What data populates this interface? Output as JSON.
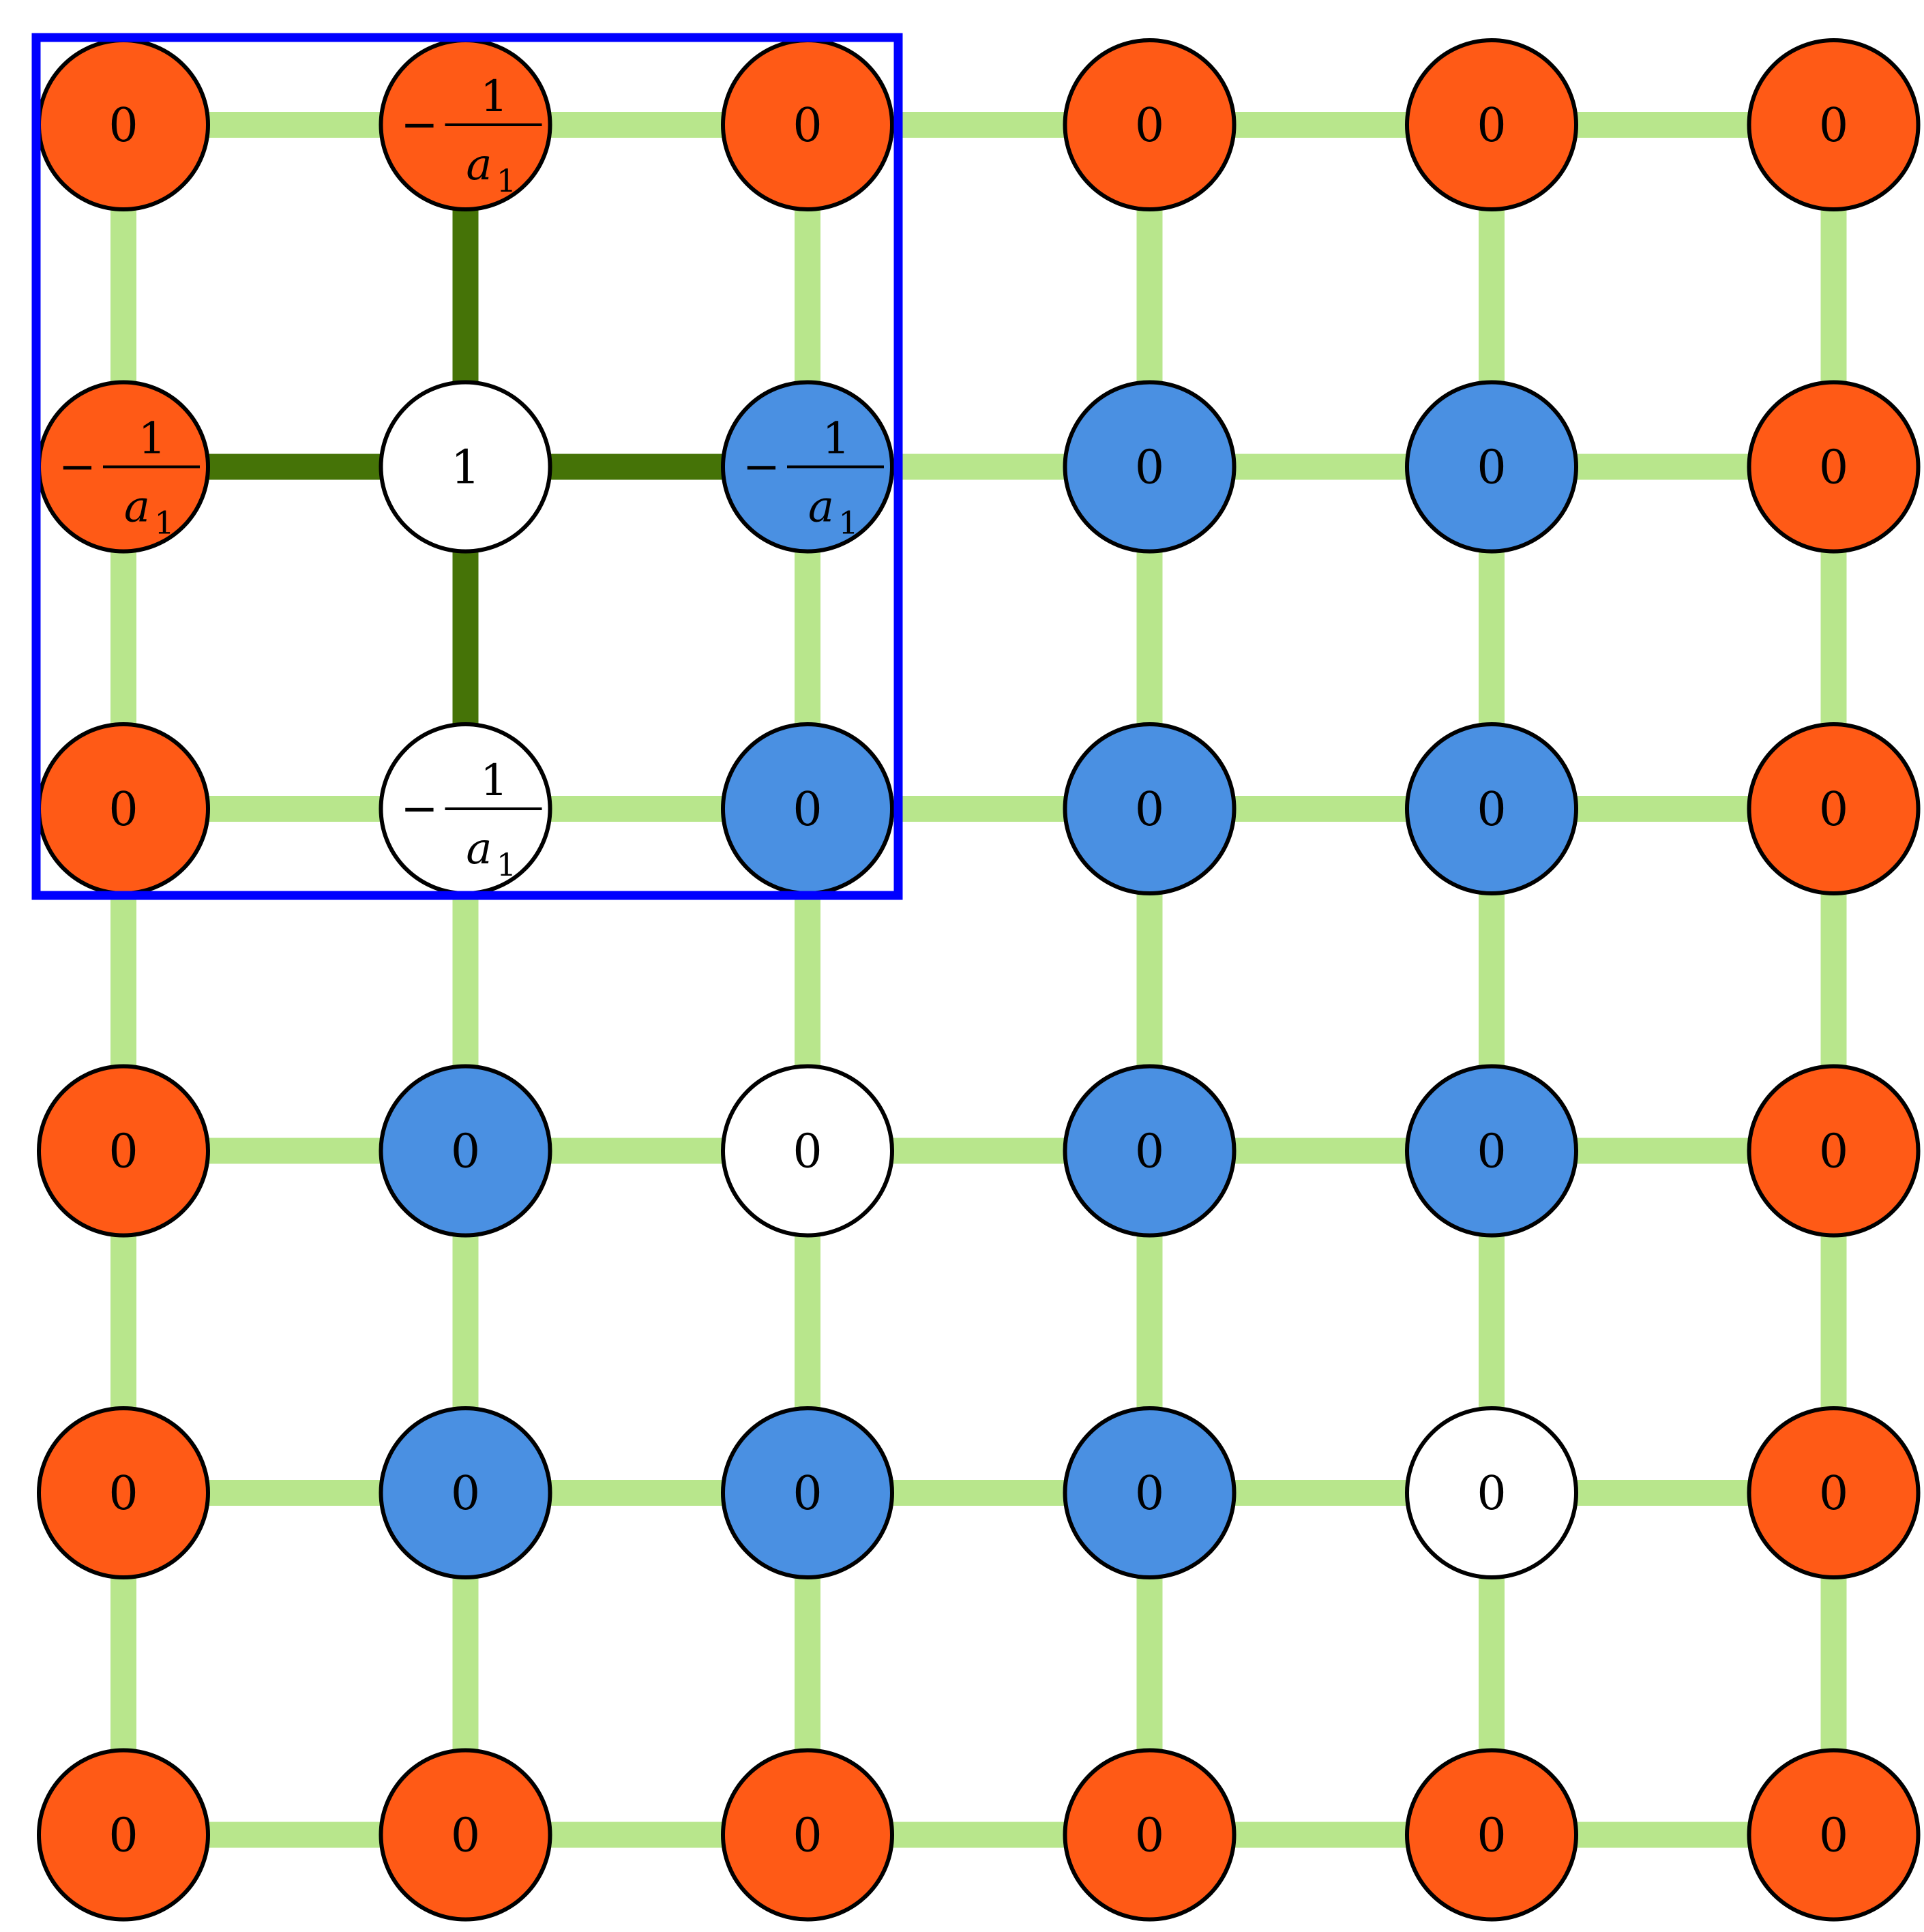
{
  "colors": {
    "orange": "#ff5a16",
    "blue": "#4a90e2",
    "white": "#ffffff",
    "edge_light": "#b8e68c",
    "edge_dark": "#457307",
    "highlight_box": "#0000ff",
    "outline": "#000000"
  },
  "fraction": {
    "minus": "−",
    "numerator": "1",
    "denominator": "a",
    "subscript": "1"
  },
  "rows": [
    [
      {
        "fill": "orange",
        "label": "0"
      },
      {
        "fill": "orange",
        "label": "-1/a1"
      },
      {
        "fill": "orange",
        "label": "0"
      },
      {
        "fill": "orange",
        "label": "0"
      },
      {
        "fill": "orange",
        "label": "0"
      },
      {
        "fill": "orange",
        "label": "0"
      }
    ],
    [
      {
        "fill": "orange",
        "label": "-1/a1"
      },
      {
        "fill": "white",
        "label": "1"
      },
      {
        "fill": "blue",
        "label": "-1/a1"
      },
      {
        "fill": "blue",
        "label": "0"
      },
      {
        "fill": "blue",
        "label": "0"
      },
      {
        "fill": "orange",
        "label": "0"
      }
    ],
    [
      {
        "fill": "orange",
        "label": "0"
      },
      {
        "fill": "white",
        "label": "-1/a1"
      },
      {
        "fill": "blue",
        "label": "0"
      },
      {
        "fill": "blue",
        "label": "0"
      },
      {
        "fill": "blue",
        "label": "0"
      },
      {
        "fill": "orange",
        "label": "0"
      }
    ],
    [
      {
        "fill": "orange",
        "label": "0"
      },
      {
        "fill": "blue",
        "label": "0"
      },
      {
        "fill": "white",
        "label": "0"
      },
      {
        "fill": "blue",
        "label": "0"
      },
      {
        "fill": "blue",
        "label": "0"
      },
      {
        "fill": "orange",
        "label": "0"
      }
    ],
    [
      {
        "fill": "orange",
        "label": "0"
      },
      {
        "fill": "blue",
        "label": "0"
      },
      {
        "fill": "blue",
        "label": "0"
      },
      {
        "fill": "blue",
        "label": "0"
      },
      {
        "fill": "white",
        "label": "0"
      },
      {
        "fill": "orange",
        "label": "0"
      }
    ],
    [
      {
        "fill": "orange",
        "label": "0"
      },
      {
        "fill": "orange",
        "label": "0"
      },
      {
        "fill": "orange",
        "label": "0"
      },
      {
        "fill": "orange",
        "label": "0"
      },
      {
        "fill": "orange",
        "label": "0"
      },
      {
        "fill": "orange",
        "label": "0"
      }
    ]
  ],
  "highlighted_node": {
    "row": 1,
    "col": 1
  },
  "highlight_region": {
    "row_from": 0,
    "row_to": 2,
    "col_from": 0,
    "col_to": 2
  }
}
